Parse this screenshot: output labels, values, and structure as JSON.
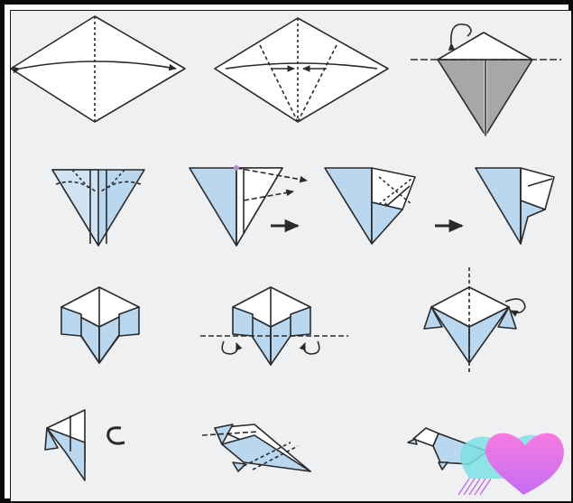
{
  "image": {
    "colors": {
      "paper_back": "#b9d7ee",
      "paper_front": "#ffffff",
      "paper_shadow": "#a7a7a7",
      "line": "#2a2a2a",
      "background": "#eef0f2",
      "frame": "#0a0a0a",
      "heart_top": "#f57be0",
      "heart_bottom": "#c66cf2",
      "decor_teal": "#7de0e4"
    },
    "steps": [
      {
        "id": 1,
        "row": 1,
        "col": 1
      },
      {
        "id": 2,
        "row": 1,
        "col": 2
      },
      {
        "id": 3,
        "row": 1,
        "col": 3
      },
      {
        "id": 4,
        "row": 2,
        "col": 1
      },
      {
        "id": 5,
        "row": 2,
        "col": 2
      },
      {
        "id": 6,
        "row": 2,
        "col": 3
      },
      {
        "id": 7,
        "row": 2,
        "col": 4
      },
      {
        "id": 8,
        "row": 3,
        "col": 1
      },
      {
        "id": 9,
        "row": 3,
        "col": 2
      },
      {
        "id": 10,
        "row": 3,
        "col": 3
      },
      {
        "id": 11,
        "row": 4,
        "col": 1
      },
      {
        "id": 12,
        "row": 4,
        "col": 2
      },
      {
        "id": 13,
        "row": 4,
        "col": 3
      }
    ]
  }
}
